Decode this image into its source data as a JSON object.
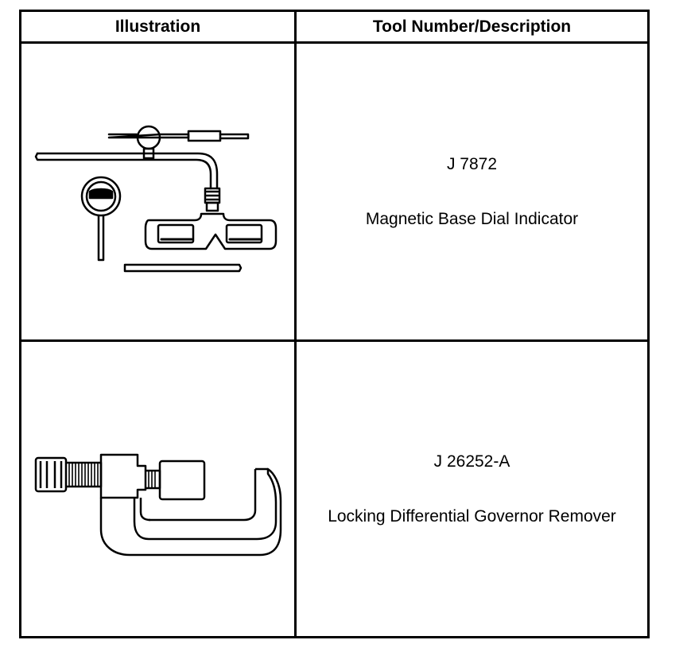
{
  "table": {
    "headers": {
      "illustration": "Illustration",
      "tool": "Tool Number/Description"
    },
    "rows": [
      {
        "tool_number": "J 7872",
        "description": "Magnetic Base Dial Indicator",
        "illustration_icon": "magnetic-base-dial-indicator-icon"
      },
      {
        "tool_number": "J 26252-A",
        "description": "Locking Differential Governor Remover",
        "illustration_icon": "governor-remover-clamp-icon"
      }
    ]
  }
}
